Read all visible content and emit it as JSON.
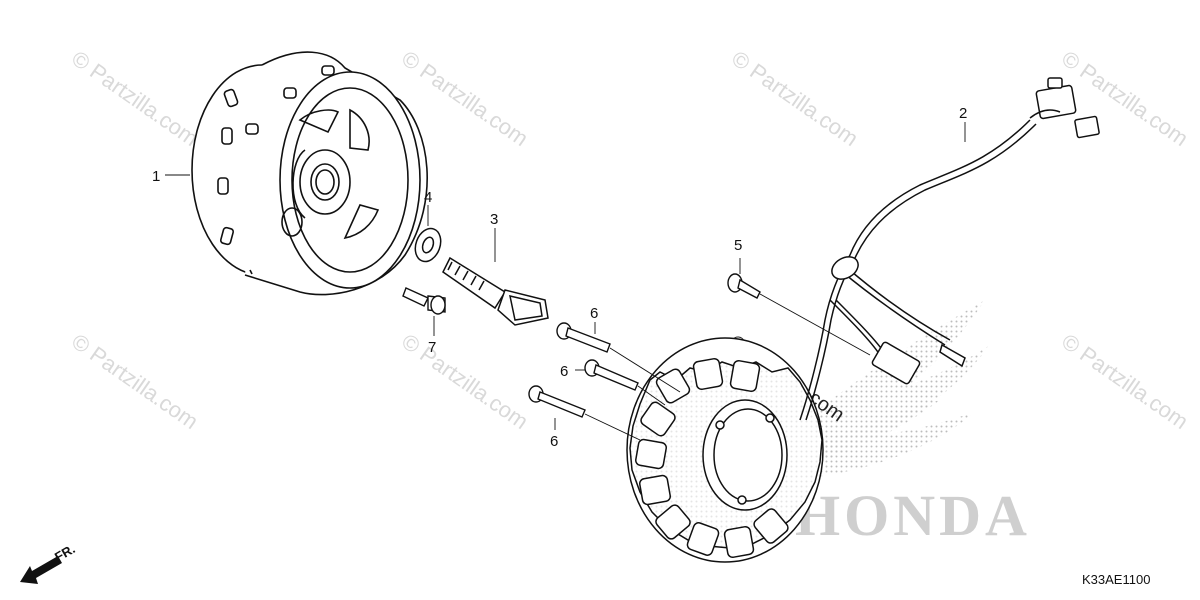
{
  "watermark_text": "© Partzilla.com",
  "brand_mark_text": "HONDA",
  "diagram_code": "K33AE1100",
  "front_arrow_label": "FR.",
  "callouts": {
    "flywheel": "1",
    "wire_harness": "2",
    "flange_bolt": "3",
    "washer": "4",
    "harness_screw": "5",
    "stator_bolt_1": "6",
    "stator_bolt_2": "6",
    "stator_bolt_3": "6",
    "small_bolt": "7"
  },
  "colors": {
    "line": "#111111",
    "watermark": "#d9d9d9",
    "stipple": "#cfcfcf"
  }
}
